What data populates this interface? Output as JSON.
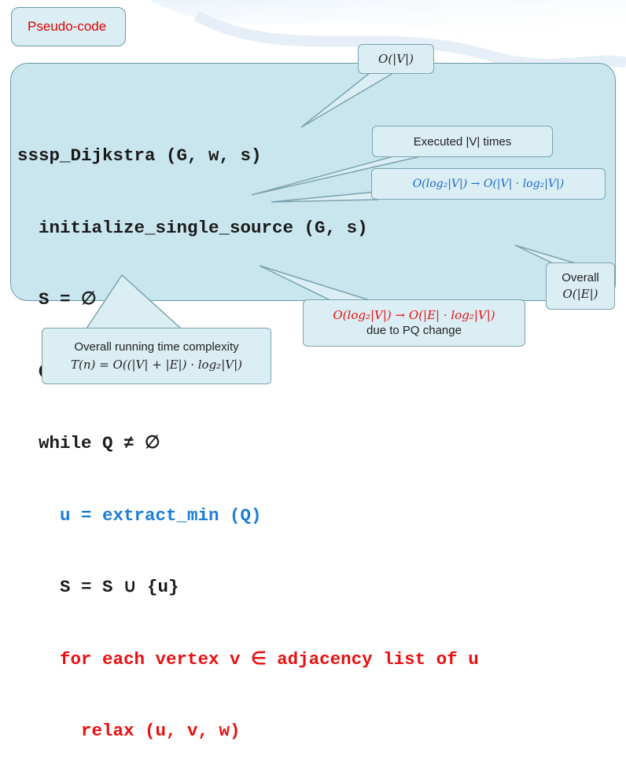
{
  "title": "Pseudo-code",
  "code_lines": [
    "sssp_Dijkstra (G, w, s)",
    "  initialize_single_source (G, s)",
    "  S = ∅",
    "  Q = V",
    "  while Q ≠ ∅",
    "    u = extract_min (Q)",
    "    S = S ∪ {u}",
    "    for each vertex v ∈ adjacency list of u",
    "      relax (u, v, w)"
  ],
  "notes": {
    "init_cost": "O(|V|)",
    "executed": "Executed |V| times",
    "extract_cost": "O(log₂|V|) → O(|V| · log₂|V|)",
    "overall_label": "Overall",
    "overall_cost": "O(|E|)",
    "relax_cost": "O(log₂|V|) → O(|E| · log₂|V|)",
    "relax_reason": "due to PQ change",
    "running_label": "Overall running time complexity",
    "running_formula": "T(n) = O((|V| + |E|) · log₂|V|)"
  },
  "colors": {
    "title": "#e00000",
    "code_box": "#c9e6ee",
    "note_box": "#dbeef4",
    "highlight_blue": "#1a7dd6",
    "highlight_red": "#e81010"
  }
}
